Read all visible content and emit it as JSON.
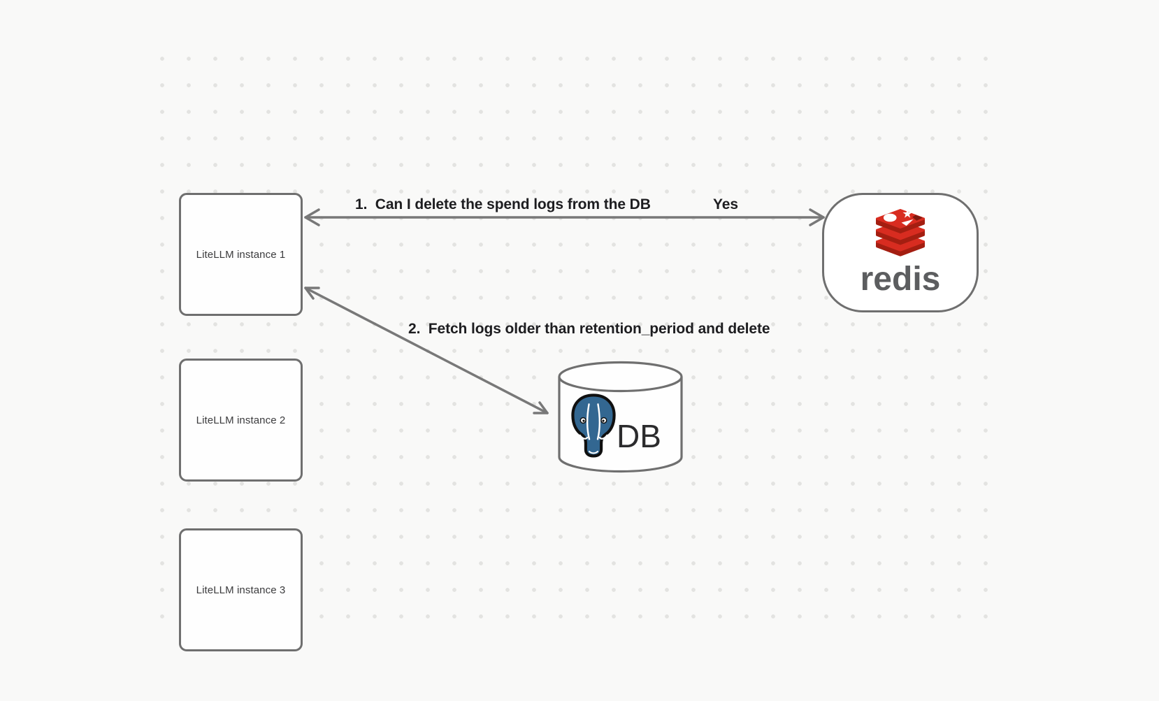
{
  "diagram": {
    "instances": [
      {
        "label": "LiteLLM instance 1"
      },
      {
        "label": "LiteLLM instance 2"
      },
      {
        "label": "LiteLLM instance 3"
      }
    ],
    "redis": {
      "wordmark": "redis"
    },
    "database": {
      "label": "DB"
    },
    "flows": {
      "step1": {
        "text": "1.  Can I delete the spend logs from the DB",
        "answer": "Yes"
      },
      "step2": {
        "text": "2.  Fetch logs older than retention_period and delete"
      }
    },
    "colors": {
      "background": "#f9f9f8",
      "dot": "#e3e3e1",
      "shape_stroke": "#6f6f6f",
      "arrow": "#787878",
      "label_text": "#1d1d20",
      "redis_red": "#d82c20",
      "redis_dark_red": "#a41e11",
      "redis_wordmark_gray": "#5c5d5f",
      "postgres_blue": "#336791"
    }
  }
}
